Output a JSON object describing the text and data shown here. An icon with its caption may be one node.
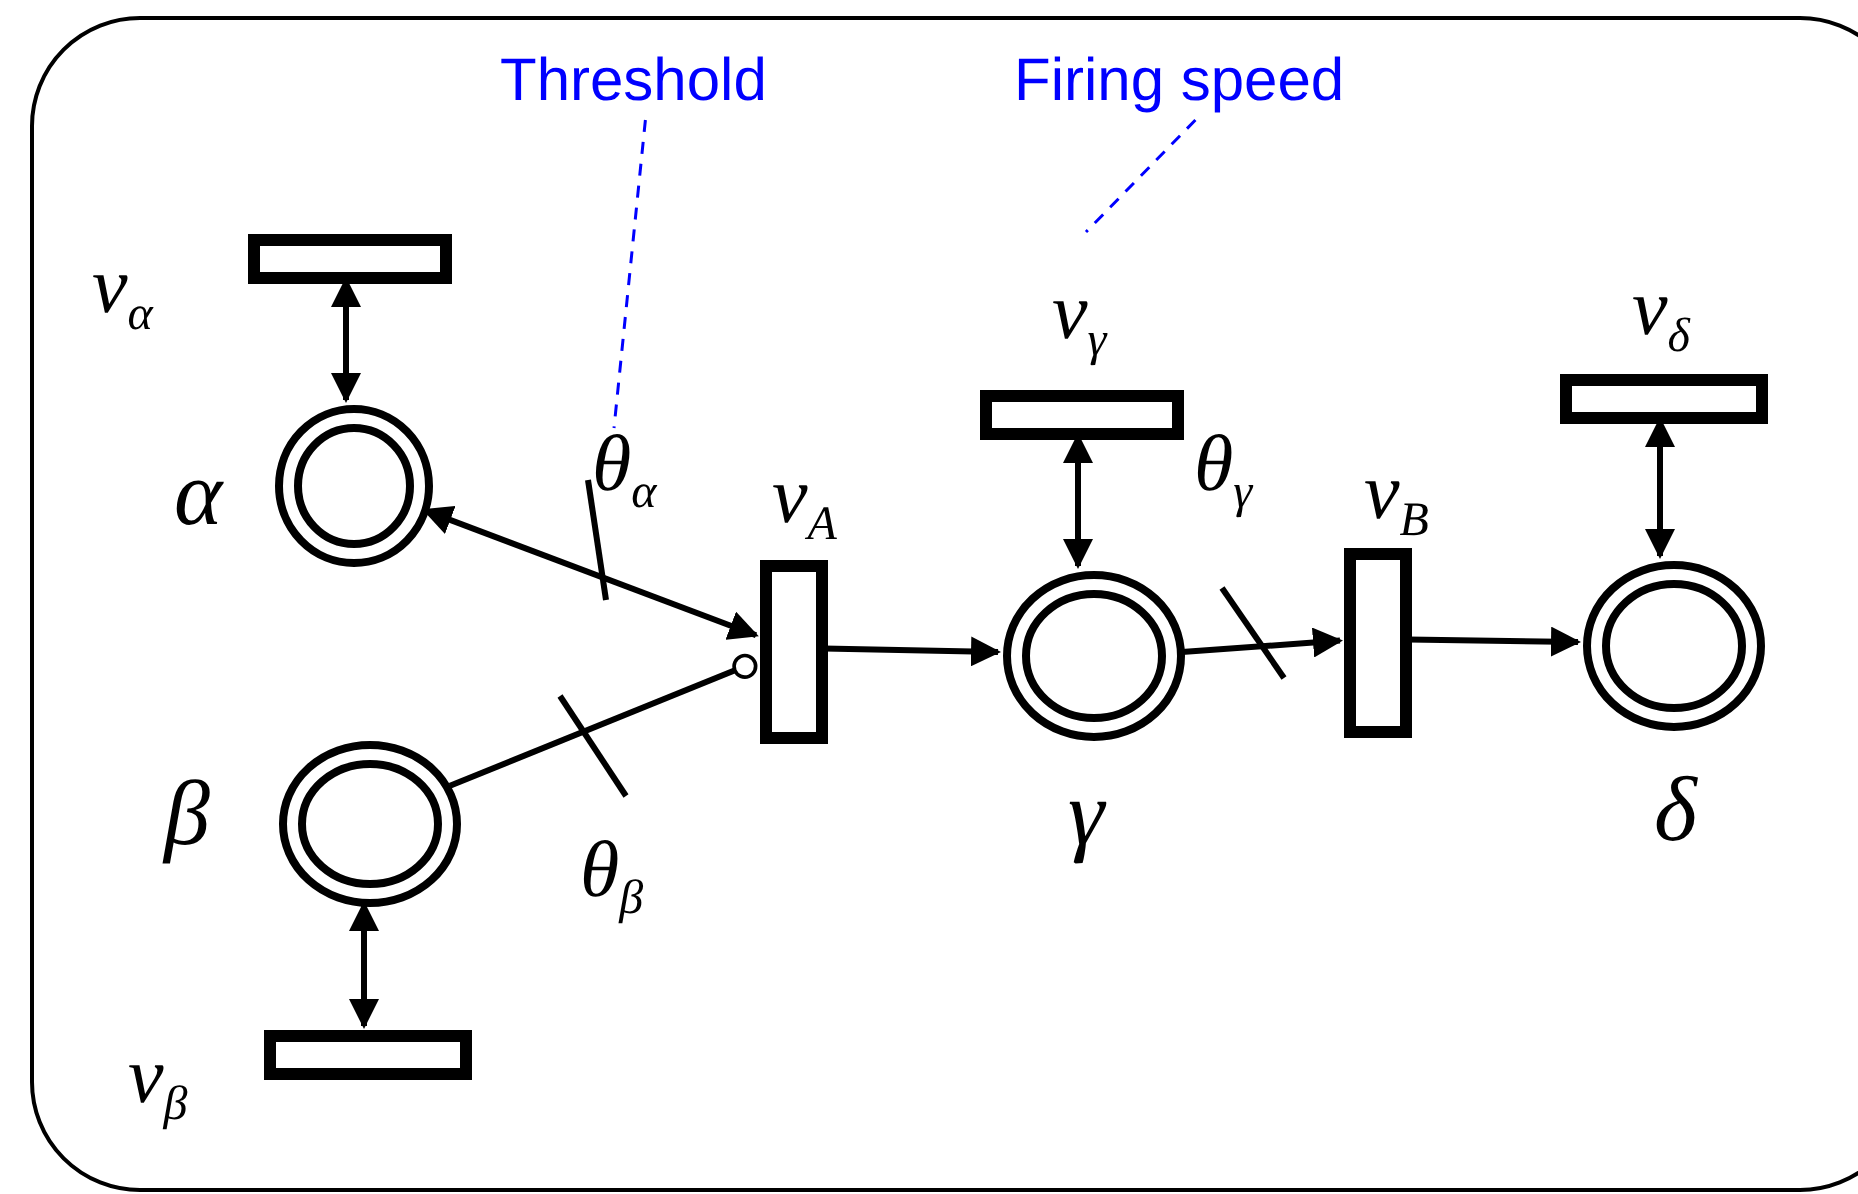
{
  "diagram": {
    "nodes": [
      {
        "text": [],
        "shape": "box"
      },
      {
        "text": [
          "Threshold"
        ],
        "in": 0
      },
      {
        "text": [
          "Firing speed"
        ],
        "in": 0
      },
      {
        "text": [
          "v$_{α}$"
        ],
        "in": 0
      },
      {
        "text": [
          "v$_{γ}$"
        ],
        "in": 0
      },
      {
        "text": [
          "v$_{δ}$"
        ],
        "in": 0
      },
      {
        "text": [
          "α"
        ],
        "in": 0
      },
      {
        "text": [
          "v$_{A}$"
        ],
        "in": 0
      },
      {
        "text": [
          "v$_{B}$"
        ],
        "in": 0
      },
      {
        "text": [
          "γ"
        ],
        "in": 0
      },
      {
        "text": [
          "δ"
        ],
        "in": 0
      },
      {
        "text": [
          "β"
        ],
        "in": 0
      },
      {
        "text": [
          "v$_{β}$"
        ],
        "in": 0
      }
    ],
    "edges": [
      {
        "from": 3,
        "to": 6,
        "arrow": "both"
      },
      {
        "from": 4,
        "to": 9,
        "arrow": "both"
      },
      {
        "from": 5,
        "to": 10,
        "arrow": "both"
      },
      {
        "from": 6,
        "to": 7,
        "arrow": "both",
        "label": "θ$_{α}$"
      },
      {
        "from": 11,
        "to": 7,
        "arrow": "other",
        "label": "θ$_{β}$"
      },
      {
        "from": 7,
        "to": 9,
        "arrow": "to"
      },
      {
        "from": 9,
        "to": 8,
        "arrow": "to",
        "label": "θ$_{γ}$"
      },
      {
        "from": 8,
        "to": 10,
        "arrow": "to"
      },
      {
        "from": 12,
        "to": 11,
        "arrow": "both"
      },
      {
        "from": 1,
        "to": null,
        "arrow": "none",
        "style": "dashed",
        "color": "#0000ff"
      },
      {
        "from": 2,
        "to": 4,
        "arrow": "none",
        "style": "dashed",
        "color": "#0000ff"
      }
    ]
  }
}
